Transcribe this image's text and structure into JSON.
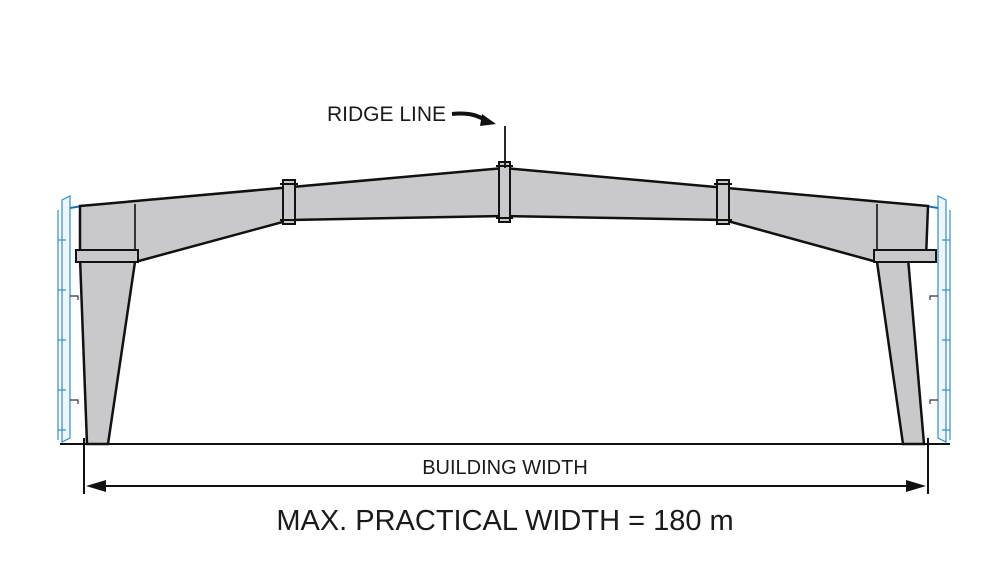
{
  "diagram": {
    "ridge_label": "RIDGE LINE",
    "width_label": "BUILDING WIDTH",
    "max_width_label": "MAX. PRACTICAL WIDTH = 180 m"
  },
  "colors": {
    "frame_fill": "#c9c9cc",
    "outline": "#111111",
    "cladding": "#2b8fd0"
  }
}
